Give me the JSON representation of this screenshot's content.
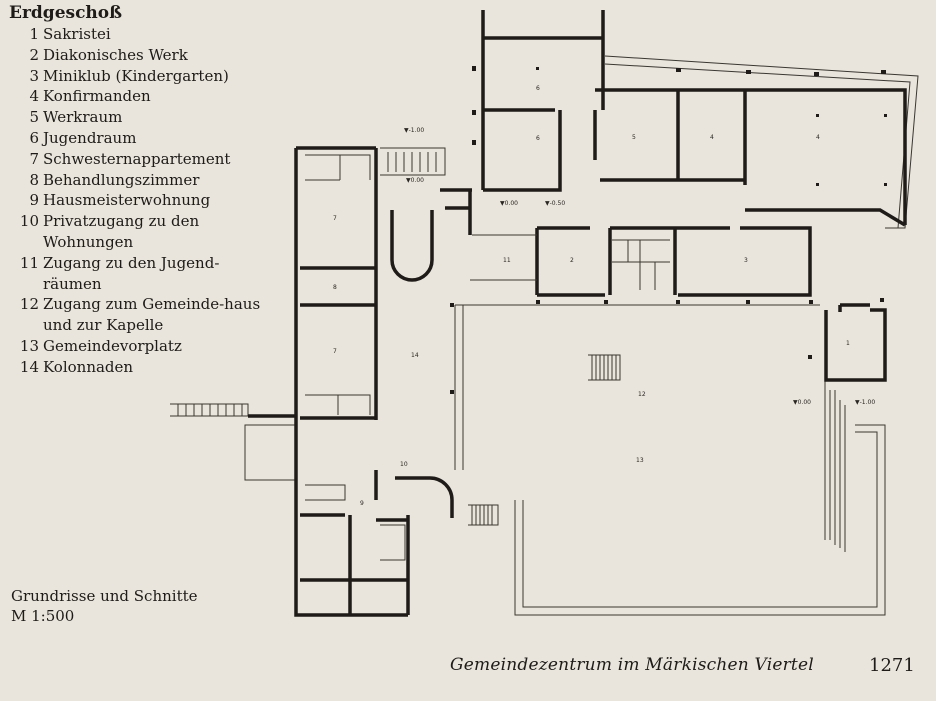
{
  "legend": {
    "title": "Erdgeschoß",
    "items": [
      {
        "num": "1",
        "text": "Sakristei"
      },
      {
        "num": "2",
        "text": "Diakonisches Werk"
      },
      {
        "num": "3",
        "text": "Miniklub (Kindergarten)"
      },
      {
        "num": "4",
        "text": "Konfirmanden"
      },
      {
        "num": "5",
        "text": "Werkraum"
      },
      {
        "num": "6",
        "text": "Jugendraum"
      },
      {
        "num": "7",
        "text": "Schwesternappartement"
      },
      {
        "num": "8",
        "text": "Behandlungszimmer"
      },
      {
        "num": "9",
        "text": "Hausmeisterwohnung"
      },
      {
        "num": "10",
        "text": "Privatzugang zu den Wohnungen"
      },
      {
        "num": "11",
        "text": "Zugang zu den Jugend-räumen"
      },
      {
        "num": "12",
        "text": "Zugang zum Gemeinde-haus und zur Kapelle"
      },
      {
        "num": "13",
        "text": "Gemeindevorplatz"
      },
      {
        "num": "14",
        "text": "Kolonnaden"
      }
    ]
  },
  "scale": {
    "line1": "Grundrisse und Schnitte",
    "line2": "M 1:500"
  },
  "caption": "Gemeindezentrum im Märkischen Viertel",
  "page_number": "1271",
  "plan": {
    "room_labels": [
      "6",
      "6",
      "5",
      "4",
      "4",
      "7",
      "8",
      "7",
      "14",
      "2",
      "3",
      "1",
      "11",
      "10",
      "9",
      "12",
      "13"
    ],
    "levels": [
      "▼-1.00",
      "▼0.00",
      "▼0.00",
      "▼-0.50",
      "▼0.00",
      "▼-1.00"
    ]
  }
}
